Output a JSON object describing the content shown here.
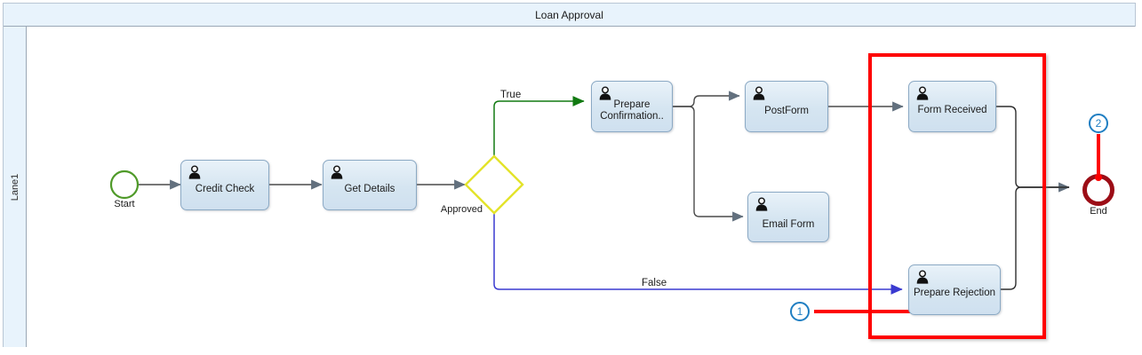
{
  "pool": {
    "title": "Loan Approval",
    "lane_label": "Lane1"
  },
  "colors": {
    "start_event": "#4f9a29",
    "end_event": "#9c0d16",
    "gateway": "#e3e32a",
    "task_fill": "#d7e6f2",
    "task_border": "#8ba9c4",
    "flow_default": "#4a4a4a",
    "flow_true": "#127a12",
    "flow_false": "#3a3ad0",
    "annotation_red": "#fe0000",
    "callout_blue": "#1f7ec2",
    "header_bg": "#e8f3fc"
  },
  "events": [
    {
      "id": "start",
      "name": "Start",
      "type": "start-event"
    },
    {
      "id": "end",
      "name": "End",
      "type": "end-event"
    }
  ],
  "gateway": {
    "id": "approved",
    "name": "Approved",
    "type": "exclusive-gateway"
  },
  "tasks": [
    {
      "id": "credit-check",
      "name": "Credit Check",
      "type": "user-task"
    },
    {
      "id": "get-details",
      "name": "Get Details",
      "type": "user-task"
    },
    {
      "id": "prepare-confirmation",
      "name": "Prepare Confirmation..",
      "type": "user-task"
    },
    {
      "id": "post-form",
      "name": "PostForm",
      "type": "user-task"
    },
    {
      "id": "email-form",
      "name": "Email Form",
      "type": "user-task"
    },
    {
      "id": "form-received",
      "name": "Form Received",
      "type": "user-task"
    },
    {
      "id": "prepare-rejection",
      "name": "Prepare Rejection",
      "type": "user-task"
    }
  ],
  "flow_labels": {
    "true": "True",
    "false": "False"
  },
  "annotations": {
    "callout_1": "1",
    "callout_2": "2"
  }
}
